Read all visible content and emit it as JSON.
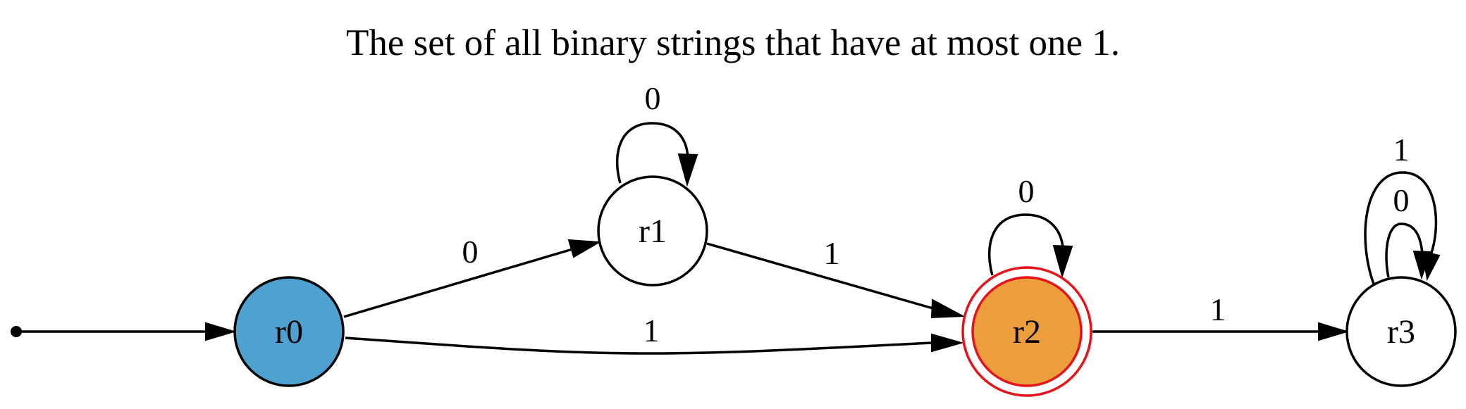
{
  "title": "The set of all binary strings that have at most one 1.",
  "colors": {
    "start_state_fill": "#4fa1d0",
    "accepting_state_fill": "#eb9e3b",
    "accepting_state_stroke": "#e8131a",
    "default_state_fill": "#ffffff",
    "stroke": "#000000"
  },
  "states": [
    {
      "id": "r0",
      "label": "r0",
      "role": "start"
    },
    {
      "id": "r1",
      "label": "r1",
      "role": "normal"
    },
    {
      "id": "r2",
      "label": "r2",
      "role": "accepting"
    },
    {
      "id": "r3",
      "label": "r3",
      "role": "normal"
    }
  ],
  "transitions": [
    {
      "from": "r0",
      "to": "r1",
      "label": "0"
    },
    {
      "from": "r0",
      "to": "r2",
      "label": "1"
    },
    {
      "from": "r1",
      "to": "r1",
      "label": "0"
    },
    {
      "from": "r1",
      "to": "r2",
      "label": "1"
    },
    {
      "from": "r2",
      "to": "r2",
      "label": "0"
    },
    {
      "from": "r2",
      "to": "r3",
      "label": "1"
    },
    {
      "from": "r3",
      "to": "r3",
      "label": "0"
    },
    {
      "from": "r3",
      "to": "r3",
      "label": "1"
    }
  ]
}
